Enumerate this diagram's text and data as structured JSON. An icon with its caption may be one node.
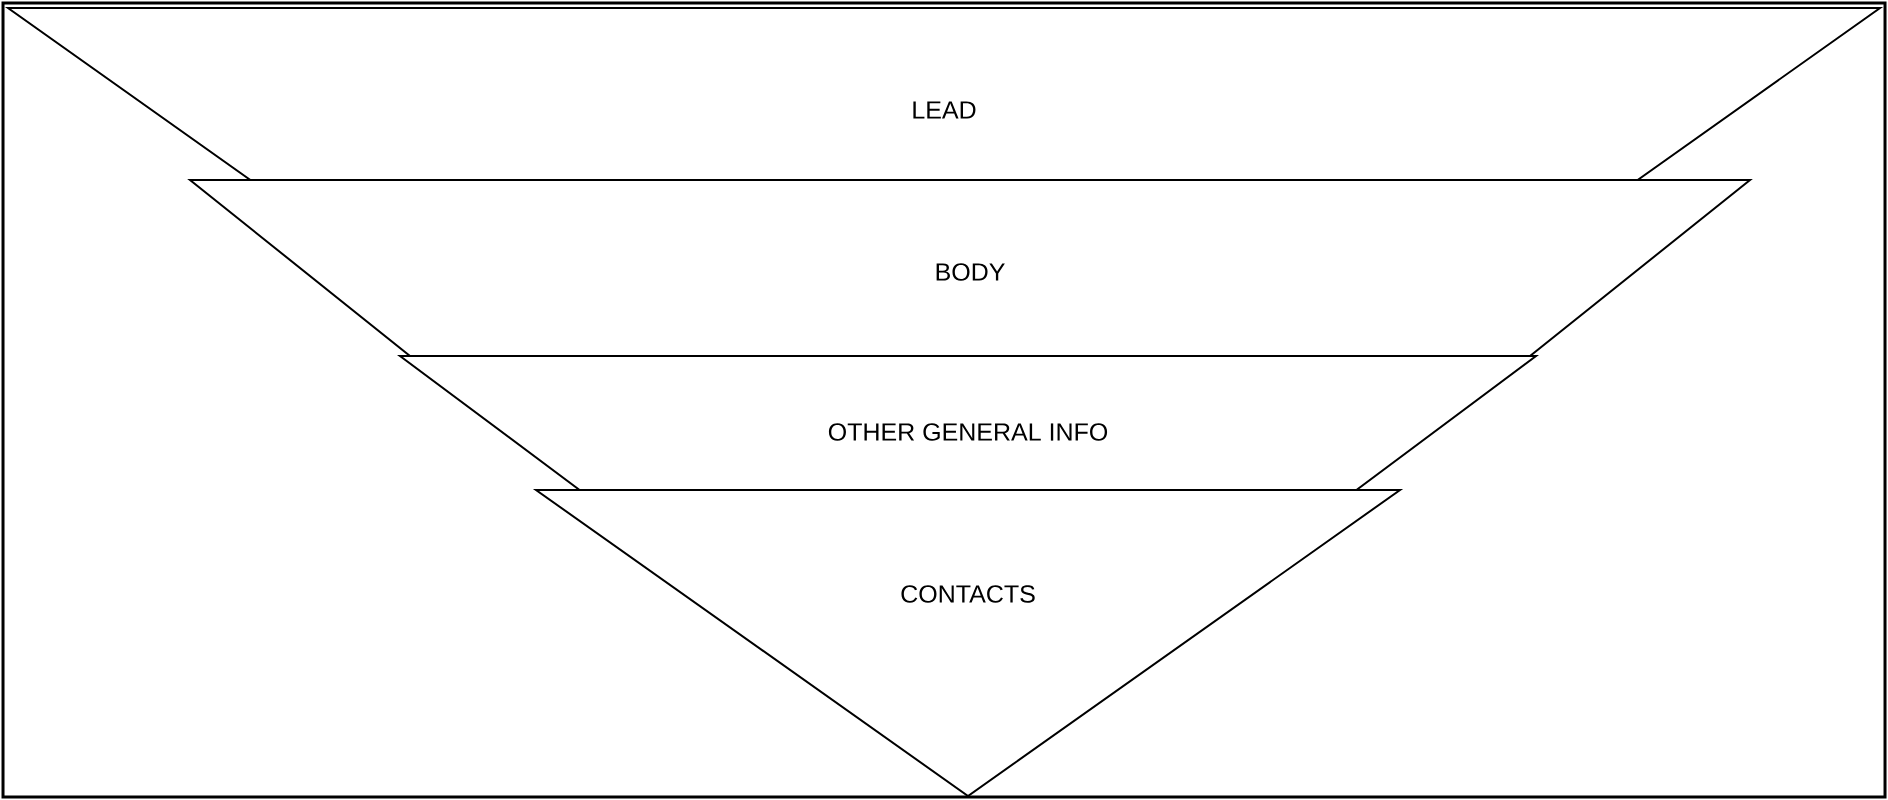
{
  "diagram": {
    "nodes": [
      {
        "text": [
          "LEAD"
        ]
      },
      {
        "text": [
          "BODY"
        ]
      },
      {
        "text": [
          "OTHER GENERAL INFO"
        ]
      },
      {
        "text": [
          "CONTACTS"
        ]
      }
    ]
  }
}
